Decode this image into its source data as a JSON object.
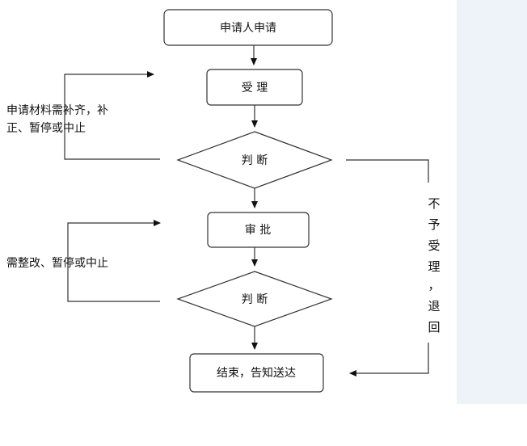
{
  "nodes": {
    "apply": "申请人申请",
    "accept": "受 理",
    "judge1": "判 断",
    "approve": "审 批",
    "judge2": "判 断",
    "end": "结束，告知送达"
  },
  "side_notes": {
    "left_top_line1": "申请材料需补齐，补",
    "left_top_line2": "正、暂停或中止",
    "left_mid": "需整改、暂停或中止"
  },
  "right_note_chars": [
    "不",
    "予",
    "受",
    "理",
    "，",
    "退",
    "回"
  ],
  "colors": {
    "stroke": "#333333",
    "text": "#111111",
    "panel": "#eef3f9",
    "background": "#ffffff"
  }
}
